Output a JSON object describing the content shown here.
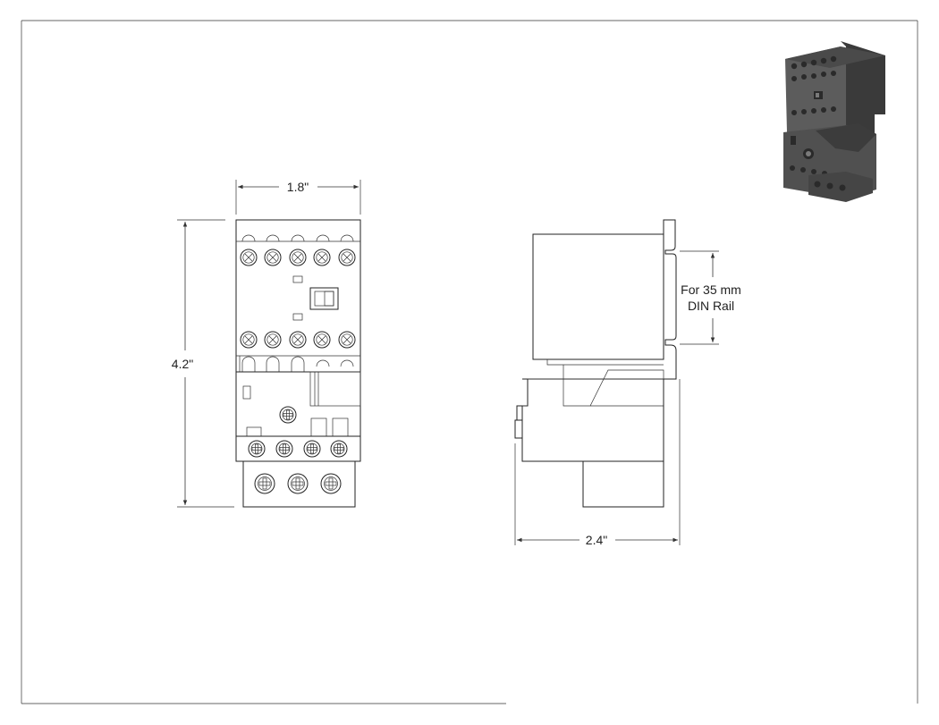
{
  "dimensions": {
    "width_label": "1.8\"",
    "height_label": "4.2\"",
    "depth_label": "2.4\""
  },
  "din_rail": {
    "line1": "For 35 mm",
    "line2": "DIN Rail"
  },
  "icons": {
    "screw": "screw-terminal-icon",
    "render": "contactor-3d-render-icon"
  },
  "colors": {
    "line": "#222222",
    "render_dark": "#3e3e3e",
    "render_mid": "#5a5a5a",
    "render_light": "#7a7a7a"
  }
}
